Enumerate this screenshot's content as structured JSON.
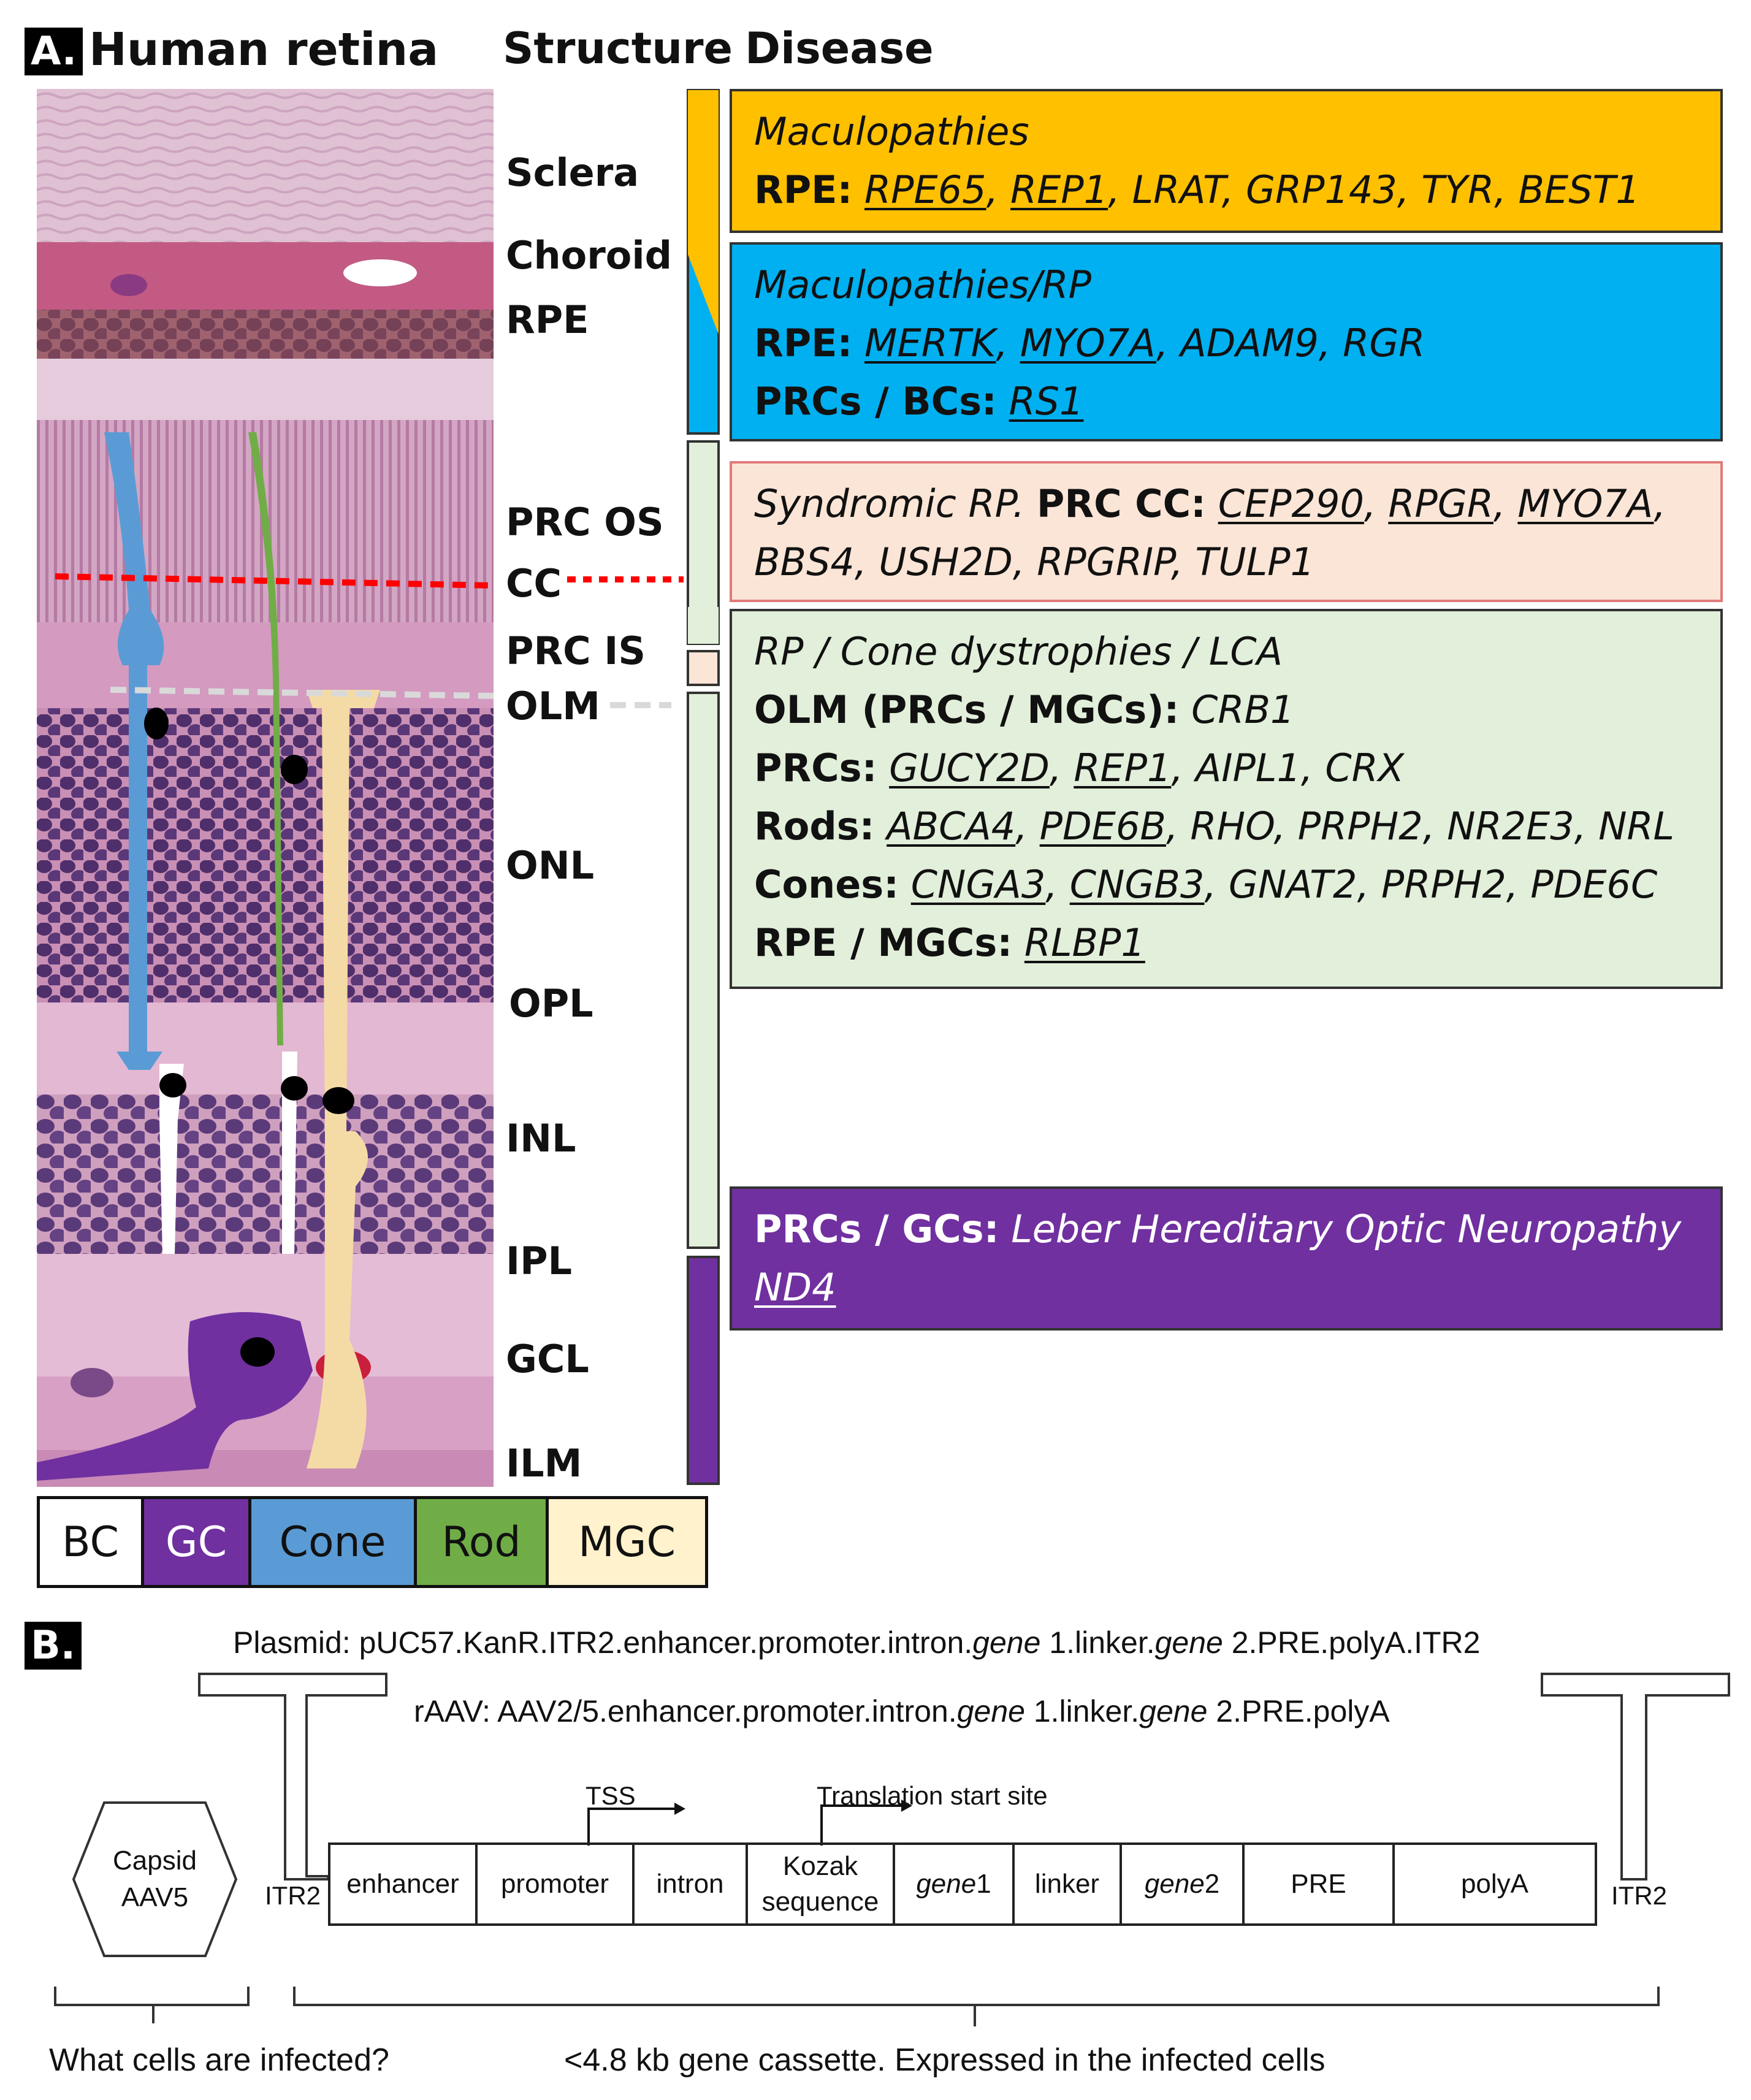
{
  "panelA": {
    "tag": "A.",
    "title": "Human retina",
    "structure_header": "Structure",
    "disease_header": "Disease",
    "layers": [
      "Sclera",
      "Choroid",
      "RPE",
      "PRC OS",
      "CC",
      "PRC IS",
      "OLM",
      "ONL",
      "OPL",
      "INL",
      "IPL",
      "GCL",
      "ILM"
    ],
    "boxes": {
      "orange": {
        "l1": "Maculopathies",
        "l2_bold": "RPE:",
        "l2_u1": "RPE65",
        "l2_sep1": ", ",
        "l2_u2": "REP1",
        "l2_rest": ", LRAT, GRP143, TYR, BEST1"
      },
      "blue": {
        "l1": "Maculopathies/RP",
        "l2_bold": "RPE:",
        "l2_u1": "MERTK",
        "l2_sep1": ",  ",
        "l2_u2": "MYO7A",
        "l2_rest": ", ADAM9, RGR",
        "l3_bold": "PRCs / BCs:",
        "l3_u1": "RS1"
      },
      "pink": {
        "l1_it": "Syndromic RP.",
        "l1_bold": "PRC CC:",
        "l1_u1": "CEP290",
        "l1_sep1": ", ",
        "l1_u2": "RPGR",
        "l1_sep2": ", ",
        "l1_u3": "MYO7A",
        "l1_sep3": ",",
        "l2": "BBS4, USH2D, RPGRIP, TULP1"
      },
      "green": {
        "l1": "RP / Cone dystrophies / LCA",
        "l2_bold": "OLM (PRCs / MGCs):",
        "l2_it": "CRB1",
        "l3_bold": "PRCs:",
        "l3_u1": "GUCY2D",
        "l3_sep1": ", ",
        "l3_u2": "REP1",
        "l3_rest": ", AIPL1, CRX",
        "l4_bold": "Rods:",
        "l4_u1": "ABCA4",
        "l4_sep1": ", ",
        "l4_u2": "PDE6B",
        "l4_rest": ", RHO, PRPH2, NR2E3, NRL",
        "l5_bold": "Cones:",
        "l5_u1": "CNGA3",
        "l5_sep1": ", ",
        "l5_u2": "CNGB3",
        "l5_rest": ", GNAT2, PRPH2, PDE6C",
        "l6_bold": "RPE / MGCs:",
        "l6_u1": "RLBP1"
      },
      "purple": {
        "l1_bold": "PRCs / GCs:",
        "l1_it": "Leber Hereditary Optic Neuropathy",
        "l2_u": "ND4"
      }
    },
    "legend": [
      "BC",
      "GC",
      "Cone",
      "Rod",
      "MGC"
    ],
    "colors": {
      "orange": "#FFC000",
      "blue": "#00B0F0",
      "pink": "#FBE5D6",
      "green": "#E2EFDA",
      "purple": "#7030A0",
      "bc": "#FFFFFF",
      "gc": "#7030A0",
      "cone": "#5B9BD5",
      "rod": "#70AD47",
      "mgc": "#FFF2CC"
    }
  },
  "panelB": {
    "tag": "B.",
    "plasmid_pre": "Plasmid: pUC57.KanR.ITR2.enhancer.promoter.intron.",
    "plasmid_g1": "gene",
    "plasmid_mid": " 1.linker.",
    "plasmid_g2": "gene",
    "plasmid_post": " 2.PRE.polyA.ITR2",
    "raav_pre": "rAAV: AAV2/5.enhancer.promoter.intron.",
    "raav_g1": "gene",
    "raav_mid": " 1.linker.",
    "raav_g2": "gene",
    "raav_post": " 2.PRE.polyA",
    "tss": "TSS",
    "tls": "Translation start site",
    "capsid_l1": "Capsid",
    "capsid_l2": "AAV5",
    "itr_left": "ITR2",
    "itr_right": "ITR2",
    "cells": [
      {
        "t1": "enhancer"
      },
      {
        "t1": "promoter"
      },
      {
        "t1": "intron"
      },
      {
        "t1": "Kozak",
        "t2": "sequence"
      },
      {
        "it": "gene",
        "t1": " 1"
      },
      {
        "t1": "linker"
      },
      {
        "it": "gene",
        "t1": " 2"
      },
      {
        "t1": "PRE"
      },
      {
        "t1": "polyA"
      }
    ],
    "q_left": "What cells are infected?",
    "q_right": "<4.8 kb gene cassette. Expressed in the infected cells"
  }
}
